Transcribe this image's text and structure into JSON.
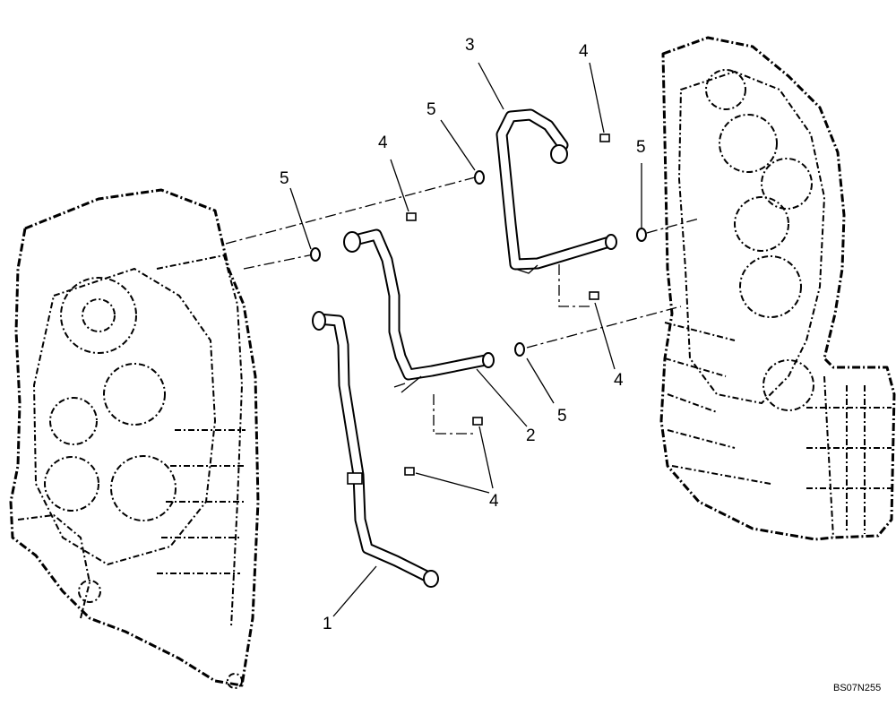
{
  "diagram": {
    "callouts": {
      "c1": "1",
      "c2": "2",
      "c3": "3",
      "c4a": "4",
      "c4b": "4",
      "c4c": "4",
      "c4d": "4",
      "c5a": "5",
      "c5b": "5",
      "c5c": "5",
      "c5d": "5"
    },
    "drawing_code": "BS07N255"
  }
}
